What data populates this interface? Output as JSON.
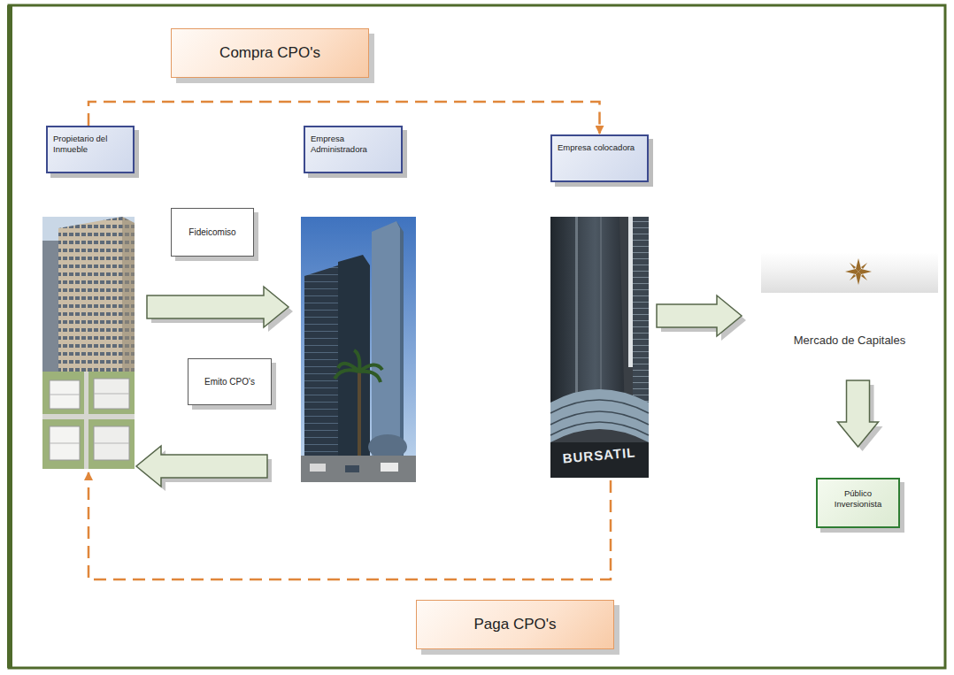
{
  "diagram": {
    "nodes": [
      {
        "text": [
          "Propietario del Inmueble"
        ]
      },
      {
        "text": [
          "Empresa Administradora"
        ]
      },
      {
        "text": [
          "Empresa colocadora"
        ]
      },
      {
        "text": [
          "Mercado de Capitales"
        ]
      },
      {
        "text": [
          "Público Inversionista"
        ]
      }
    ],
    "edges": [
      {
        "from": 0,
        "to": 2,
        "label": "Compra CPO's",
        "arrow": "to"
      },
      {
        "from": 0,
        "to": 1,
        "label": "Fideicomiso",
        "arrow": "to"
      },
      {
        "from": 1,
        "to": 0,
        "label": "Emito CPO's",
        "arrow": "to"
      },
      {
        "from": 2,
        "to": 3,
        "arrow": "to"
      },
      {
        "from": 3,
        "to": 4,
        "arrow": "to"
      },
      {
        "from": 2,
        "to": 0,
        "label": "Paga CPO's",
        "arrow": "to"
      }
    ],
    "labels": [
      "BURSATIL"
    ]
  }
}
